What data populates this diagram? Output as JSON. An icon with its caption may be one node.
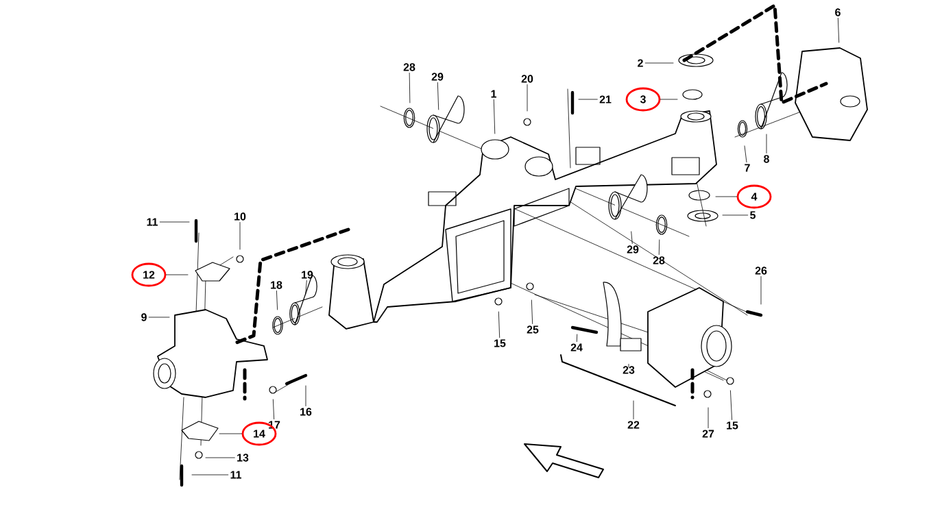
{
  "diagram": {
    "nodes": [
      {
        "text": [
          "6"
        ]
      },
      {
        "text": [
          "2"
        ]
      },
      {
        "text": [
          "28"
        ]
      },
      {
        "text": [
          "29"
        ]
      },
      {
        "text": [
          "20"
        ]
      },
      {
        "text": [
          "1"
        ]
      },
      {
        "text": [
          "3"
        ]
      },
      {
        "text": [
          "21"
        ]
      },
      {
        "text": [
          "8"
        ]
      },
      {
        "text": [
          "7"
        ]
      },
      {
        "text": [
          "4"
        ]
      },
      {
        "text": [
          "5"
        ]
      },
      {
        "text": [
          "11"
        ]
      },
      {
        "text": [
          "10"
        ]
      },
      {
        "text": [
          "29"
        ]
      },
      {
        "text": [
          "28"
        ]
      },
      {
        "text": [
          "12"
        ]
      },
      {
        "text": [
          "26"
        ]
      },
      {
        "text": [
          "19"
        ]
      },
      {
        "text": [
          "18"
        ]
      },
      {
        "text": [
          "9"
        ]
      },
      {
        "text": [
          "25"
        ]
      },
      {
        "text": [
          "15"
        ]
      },
      {
        "text": [
          "24"
        ]
      },
      {
        "text": [
          "23"
        ]
      },
      {
        "text": [
          "16"
        ]
      },
      {
        "text": [
          "17"
        ]
      },
      {
        "text": [
          "15"
        ]
      },
      {
        "text": [
          "22"
        ]
      },
      {
        "text": [
          "27"
        ]
      },
      {
        "text": [
          "14"
        ]
      },
      {
        "text": [
          "13"
        ]
      },
      {
        "text": [
          "11"
        ]
      }
    ],
    "edges": [
      {
        "from": 0,
        "to": null,
        "arrow": "none"
      },
      {
        "from": 1,
        "to": null,
        "arrow": "none"
      },
      {
        "from": 2,
        "to": null,
        "arrow": "none"
      },
      {
        "from": 3,
        "to": null,
        "arrow": "none"
      },
      {
        "from": 4,
        "to": null,
        "arrow": "none"
      },
      {
        "from": 5,
        "to": null,
        "arrow": "none"
      },
      {
        "from": 6,
        "to": null,
        "arrow": "none"
      },
      {
        "from": 7,
        "to": null,
        "arrow": "none"
      },
      {
        "from": 8,
        "to": null,
        "arrow": "none"
      },
      {
        "from": 9,
        "to": null,
        "arrow": "none"
      },
      {
        "from": 10,
        "to": null,
        "arrow": "none"
      },
      {
        "from": 11,
        "to": null,
        "arrow": "none"
      },
      {
        "from": 12,
        "to": null,
        "arrow": "none"
      },
      {
        "from": 13,
        "to": null,
        "arrow": "none"
      },
      {
        "from": 14,
        "to": null,
        "arrow": "none"
      },
      {
        "from": 15,
        "to": null,
        "arrow": "none"
      },
      {
        "from": 16,
        "to": null,
        "arrow": "none"
      },
      {
        "from": 17,
        "to": null,
        "arrow": "none"
      },
      {
        "from": 18,
        "to": null,
        "arrow": "none"
      },
      {
        "from": 19,
        "to": null,
        "arrow": "none"
      },
      {
        "from": 20,
        "to": null,
        "arrow": "none"
      },
      {
        "from": 21,
        "to": null,
        "arrow": "none"
      },
      {
        "from": 22,
        "to": null,
        "arrow": "none"
      },
      {
        "from": 23,
        "to": null,
        "arrow": "none"
      },
      {
        "from": 24,
        "to": null,
        "arrow": "none"
      },
      {
        "from": 25,
        "to": null,
        "arrow": "none"
      },
      {
        "from": 26,
        "to": null,
        "arrow": "none"
      },
      {
        "from": 27,
        "to": null,
        "arrow": "none"
      },
      {
        "from": 28,
        "to": null,
        "arrow": "none"
      },
      {
        "from": 29,
        "to": null,
        "arrow": "none"
      },
      {
        "from": 30,
        "to": null,
        "arrow": "none"
      },
      {
        "from": 31,
        "to": null,
        "arrow": "none"
      },
      {
        "from": 32,
        "to": null,
        "arrow": "none"
      }
    ]
  }
}
